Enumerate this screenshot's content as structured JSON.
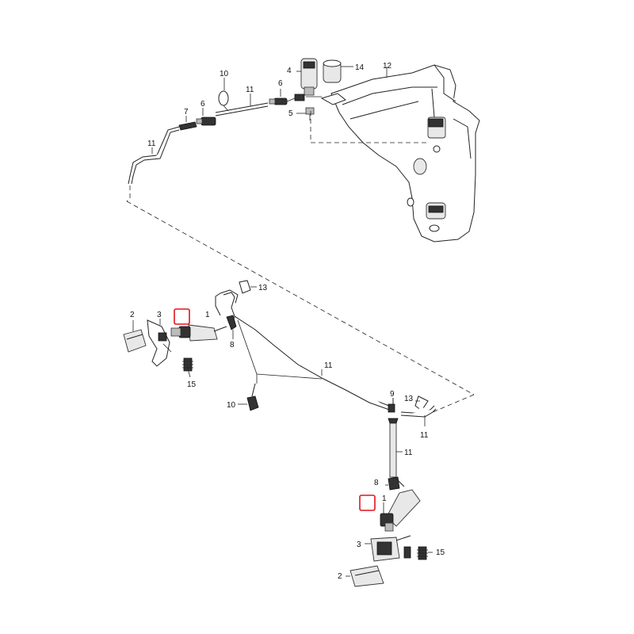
{
  "callouts": {
    "tank": "12",
    "pump": "4",
    "grommet": "14",
    "bolt": "5",
    "connector_top": "6",
    "connector_top2": "6",
    "clip_top": "7",
    "clamp_top": "10",
    "hose_top_a": "11",
    "hose_top_b": "11",
    "left_cover": "2",
    "left_bracket": "3",
    "left_nozzle": "1",
    "left_spring": "15",
    "left_tee": "8",
    "left_clip": "13",
    "left_clamp": "10",
    "hose_mid": "11",
    "right_elbow": "9",
    "right_clip": "13",
    "hose_right": "11",
    "hose_vertical": "11",
    "right_tee": "8",
    "right_nozzle": "1",
    "right_bracket": "3",
    "right_spring": "15",
    "right_cover": "2"
  },
  "highlight": {
    "color": "#e0141e"
  }
}
